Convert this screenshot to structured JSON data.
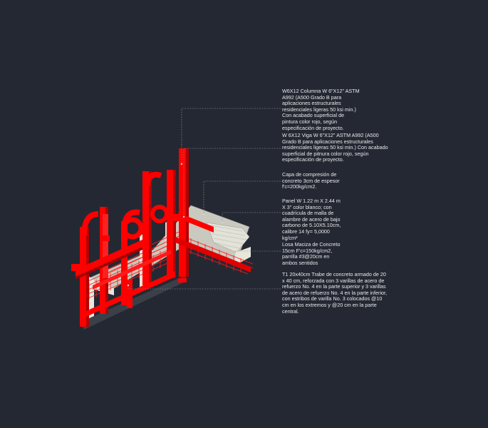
{
  "canvas": {
    "background": "#242833",
    "steel_color": "#ff0000",
    "steel_dark": "#b30000",
    "concrete_color": "#dcdcd0",
    "leader_color": "#8a8e96",
    "text_color": "#e8e8e8"
  },
  "annotations": [
    {
      "id": "column",
      "text": "W6X12 Columna W 6\"X12\" ASTM\nA992 (A500 Grado B para\naplicaciones estructurales\nresidenciales ligeras 50 ksi min.)\nCon acabado superficial de\npintura color rojo, según\nespecificación de proyecto."
    },
    {
      "id": "beam",
      "text": "W 6X12 Viga W 6\"X12\" ASTM A992 (A500\nGrado B para aplicaciones estructurales\nresidenciales ligeras 50 ksi min.) Con acabado\nsuperficial de pitnura color rojo, según\nespecificación de proyecto."
    },
    {
      "id": "topping",
      "text": "Capa de compresión de\nconcreto 3cm de espesor\nf'c=200kg/cm2."
    },
    {
      "id": "panel",
      "text": "Panel W   1.22 m X 2.44 m\nX 3\" color blanco; con\ncuadrícula de malla de\nalambre de acero de bajo\ncarbono de  5.10X5.10cm,\ncalibre 14 fy= 5,0000\nkg/cm²"
    },
    {
      "id": "slab",
      "text": "Losa Maciza de Concreto\n15cm F'c=150kg/cm2,\nparrilla #3@20cm en\nambos sentidos"
    },
    {
      "id": "trabe",
      "text": "T1 20x40cm Trabe de concreto armado de 20\nx 40 cm, reforzada con 3 varillas de acero de\nrefuerzo No. 4 en la parte superior y 3 varillas\nde acero de refuerzo No. 4 en la parte inferior,\ncon estribos de varilla No. 3 colocados @10\ncm en los extremos y @20 cm en la parte\ncentral."
    }
  ]
}
